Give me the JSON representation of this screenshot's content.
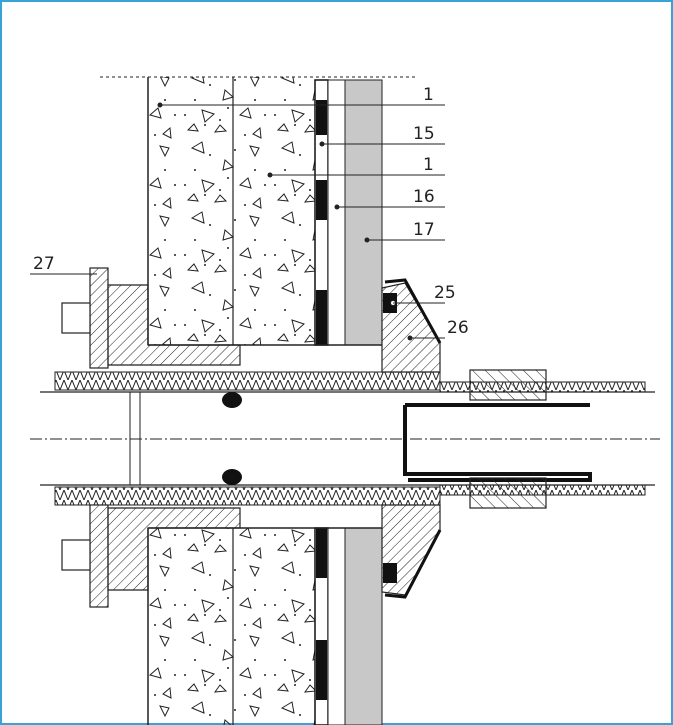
{
  "labels": {
    "l1a": "1",
    "l15": "15",
    "l1b": "1",
    "l16": "16",
    "l17": "17",
    "l25": "25",
    "l26": "26",
    "l27": "27"
  }
}
